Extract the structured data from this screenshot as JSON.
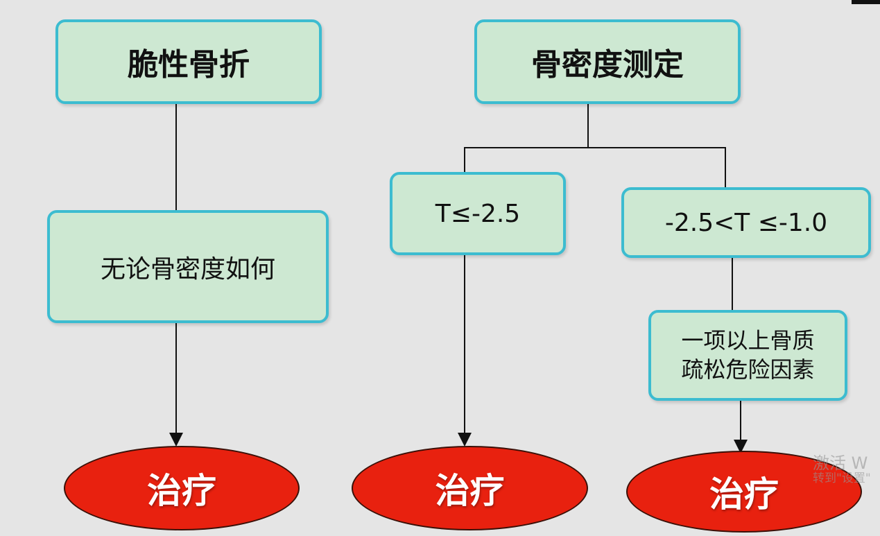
{
  "left_branch": {
    "root": "脆性骨折",
    "condition": "无论骨密度如何",
    "outcome": "治疗"
  },
  "right_branch": {
    "root": "骨密度测定",
    "condition_a": "T≤-2.5",
    "outcome_a": "治疗",
    "condition_b": "-2.5<T ≤-1.0",
    "sub_condition_b": [
      "一项以上骨质",
      "疏松危险因素"
    ],
    "outcome_b": "治疗"
  },
  "watermark": {
    "line1": "激活 W",
    "line2": "转到\"设置\""
  }
}
